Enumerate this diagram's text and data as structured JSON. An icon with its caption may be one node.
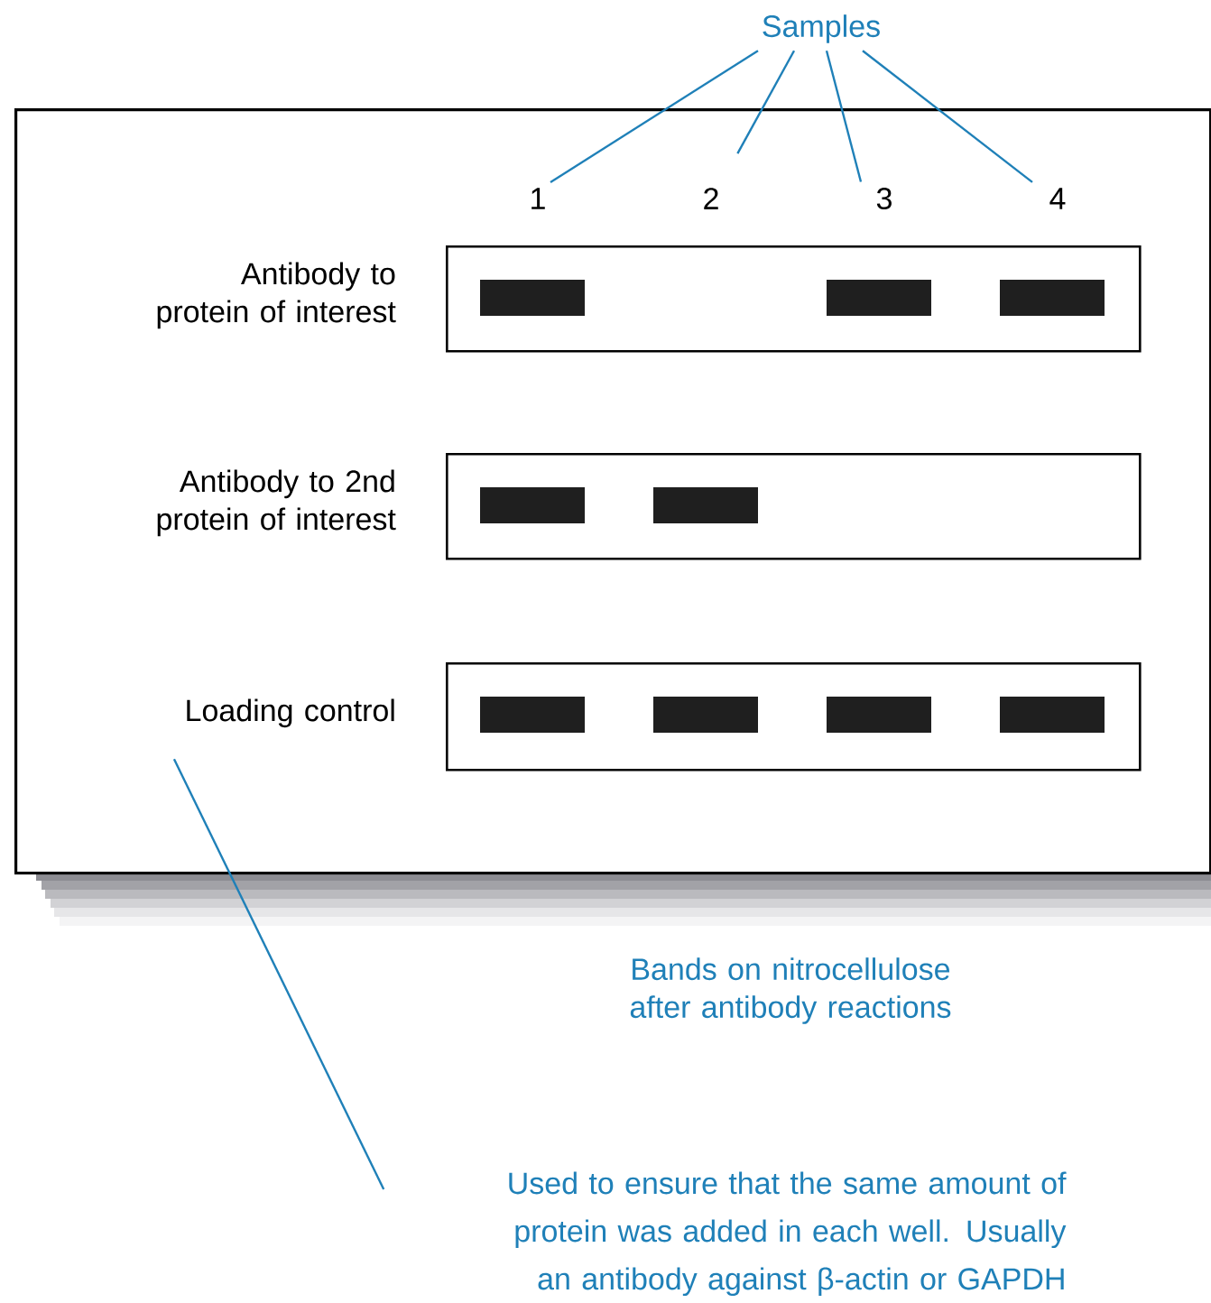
{
  "diagram": {
    "nodes": [
      {
        "text": [],
        "shape": "box"
      },
      {
        "text": [
          "Samples"
        ]
      },
      {
        "text": [
          "1"
        ],
        "in": 0
      },
      {
        "text": [
          "2"
        ],
        "in": 0
      },
      {
        "text": [
          "3"
        ],
        "in": 0
      },
      {
        "text": [
          "4"
        ],
        "in": 0
      },
      {
        "text": [
          "Antibody to protein of interest"
        ],
        "in": 0
      },
      {
        "text": [
          "Antibody to 2nd protein of interest"
        ],
        "in": 0
      },
      {
        "text": [
          "Loading control"
        ],
        "in": 0
      },
      {
        "text": [],
        "shape": "bar",
        "in": 6
      },
      {
        "text": [],
        "shape": "bar",
        "in": 6
      },
      {
        "text": [],
        "shape": "bar",
        "in": 6
      },
      {
        "text": [],
        "shape": "bar",
        "in": 7
      },
      {
        "text": [],
        "shape": "bar",
        "in": 7
      },
      {
        "text": [],
        "shape": "bar",
        "in": 8
      },
      {
        "text": [],
        "shape": "bar",
        "in": 8
      },
      {
        "text": [],
        "shape": "bar",
        "in": 8
      },
      {
        "text": [],
        "shape": "bar",
        "in": 8
      },
      {
        "text": [
          "Used to ensure that the same amount of protein was added in each well.  Usually an antibody against β-actin or GAPDH"
        ]
      }
    ],
    "edges": [
      {
        "from": 1,
        "to": 2,
        "arrow": "none"
      },
      {
        "from": 1,
        "to": 3,
        "arrow": "none"
      },
      {
        "from": 1,
        "to": 4,
        "arrow": "none"
      },
      {
        "from": 1,
        "to": 5,
        "arrow": "none"
      },
      {
        "from": 18,
        "to": 8,
        "arrow": "none"
      }
    ],
    "labels": [
      "Bands on nitrocellulose after antibody reactions"
    ]
  }
}
